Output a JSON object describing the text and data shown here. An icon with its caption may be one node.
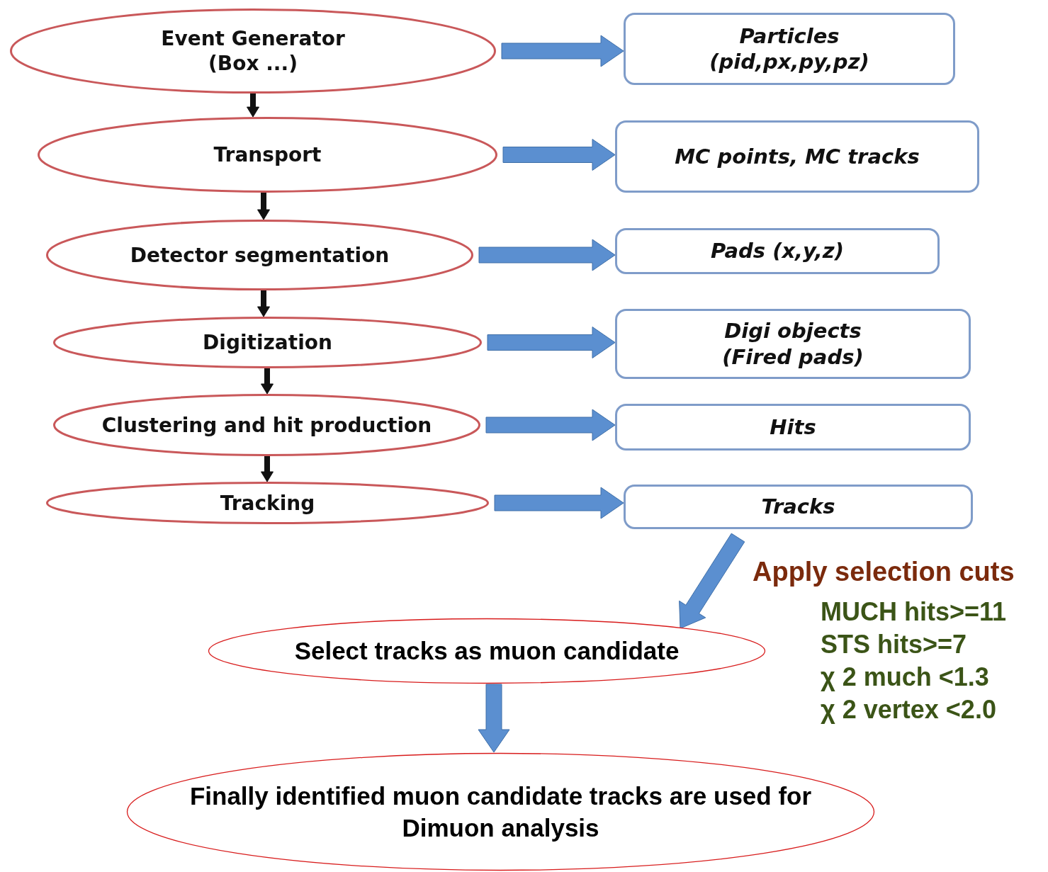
{
  "diagram": {
    "nodes": [
      {
        "text": [
          "Event Generator",
          "(Box ...)"
        ]
      },
      {
        "text": [
          "Particles",
          "(pid,px,py,pz)"
        ]
      },
      {
        "text": [
          "Transport"
        ]
      },
      {
        "text": [
          "MC points, MC tracks"
        ]
      },
      {
        "text": [
          "Detector segmentation"
        ]
      },
      {
        "text": [
          "Pads (x,y,z)"
        ]
      },
      {
        "text": [
          "Digitization"
        ]
      },
      {
        "text": [
          "Digi objects",
          "(Fired pads)"
        ]
      },
      {
        "text": [
          "Clustering and hit production"
        ]
      },
      {
        "text": [
          "Hits"
        ]
      },
      {
        "text": [
          "Tracking"
        ]
      },
      {
        "text": [
          "Tracks"
        ]
      },
      {
        "text": [
          "Select tracks as muon candidate"
        ]
      },
      {
        "text": [
          "Finally identified muon candidate tracks are used for Dimuon analysis"
        ]
      }
    ],
    "edges": [
      {
        "from": 0,
        "to": 1,
        "arrow": "to",
        "style": "thick"
      },
      {
        "from": 0,
        "to": 2,
        "arrow": "to",
        "color": "#111111"
      },
      {
        "from": 2,
        "to": 3,
        "arrow": "to",
        "style": "thick"
      },
      {
        "from": 2,
        "to": 4,
        "arrow": "to",
        "color": "#111111"
      },
      {
        "from": 4,
        "to": 5,
        "arrow": "to",
        "style": "thick"
      },
      {
        "from": 4,
        "to": 6,
        "arrow": "to",
        "color": "#111111"
      },
      {
        "from": 6,
        "to": 7,
        "arrow": "to",
        "style": "thick"
      },
      {
        "from": 6,
        "to": 8,
        "arrow": "to",
        "color": "#111111"
      },
      {
        "from": 8,
        "to": 9,
        "arrow": "to",
        "style": "thick"
      },
      {
        "from": 8,
        "to": 10,
        "arrow": "to",
        "color": "#111111"
      },
      {
        "from": 10,
        "to": 11,
        "arrow": "to",
        "style": "thick"
      },
      {
        "from": 11,
        "to": 12,
        "arrow": "to",
        "style": "thick"
      },
      {
        "from": 12,
        "to": 13,
        "arrow": "to",
        "style": "thick"
      }
    ],
    "labels": [
      "Apply selection cuts",
      "MUCH hits>=11",
      "STS hits>=7",
      "χ 2 much <1.3",
      "χ 2 vertex <2.0"
    ]
  }
}
